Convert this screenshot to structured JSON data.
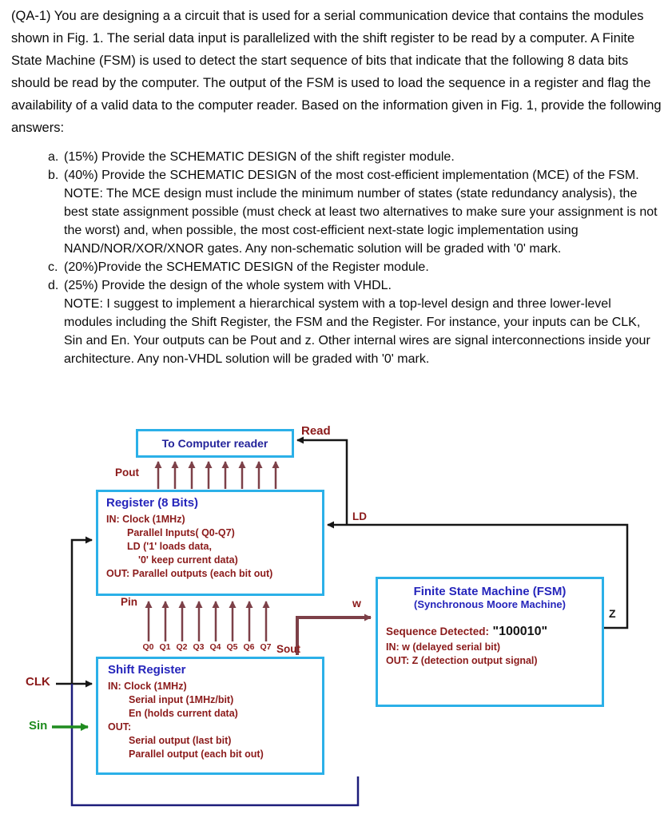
{
  "question": {
    "intro": "(QA-1) You are designing a a circuit that is used for a serial communication device that contains the modules shown in Fig. 1. The serial data input is parallelized with the shift register to be read by a computer. A Finite State Machine (FSM) is used to detect the start sequence of bits that indicate that the following 8 data bits should be read by the computer. The output of the FSM is used to load the sequence in a register and flag the availability of a valid data to the computer reader. Based on the information given in Fig. 1, provide the following answers:",
    "items": [
      {
        "marker": "a.",
        "text": "(15%) Provide the SCHEMATIC DESIGN of the shift register module."
      },
      {
        "marker": "b.",
        "text": "(40%) Provide the SCHEMATIC DESIGN  of the most cost-efficient implementation (MCE) of the FSM.",
        "note": "NOTE: The MCE design must include the minimum number of states (state redundancy analysis), the best state assignment possible (must check at least two alternatives to make sure your assignment is not the worst) and, when possible, the most cost-efficient next-state logic implementation using NAND/NOR/XOR/XNOR gates. Any non-schematic solution will be graded with '0' mark."
      },
      {
        "marker": "c.",
        "text": "(20%)Provide the SCHEMATIC DESIGN of the Register module."
      },
      {
        "marker": "d.",
        "text": "(25%) Provide the design of the whole system with VHDL.",
        "note": "NOTE: I suggest to implement a hierarchical system with a top-level design and three lower-level modules including the Shift Register, the FSM and the Register. For instance, your inputs can be CLK, Sin and En. Your outputs can be Pout and z. Other internal wires are signal interconnections inside your architecture. Any non-VHDL solution will be graded with '0' mark."
      }
    ]
  },
  "diagram": {
    "computer_reader_box": {
      "title": "To Computer reader"
    },
    "register_box": {
      "title": "Register (8 Bits)",
      "lines": [
        "IN: Clock (1MHz)",
        "Parallel Inputs( Q0-Q7)",
        "LD ('1' loads data,",
        "'0' keep current data)",
        "OUT: Parallel outputs (each bit out)"
      ]
    },
    "shift_register_box": {
      "title": "Shift Register",
      "lines": [
        "IN: Clock (1MHz)",
        "Serial input (1MHz/bit)",
        "En (holds current data)",
        "OUT:",
        "Serial output (last bit)",
        "Parallel output (each bit out)"
      ]
    },
    "fsm_box": {
      "title": "Finite State Machine (FSM)",
      "subtitle": "(Synchronous Moore Machine)",
      "sequence_label": "Sequence Detected:",
      "sequence_value": "\"100010\"",
      "lines": [
        "IN: w (delayed serial bit)",
        "OUT: Z (detection output signal)"
      ]
    },
    "labels": {
      "read": "Read",
      "pout": "Pout",
      "pin": "Pin",
      "ld": "LD",
      "w": "w",
      "z": "Z",
      "sout": "Sout",
      "clk": "CLK",
      "sin": "Sin"
    },
    "q_bits": [
      "Q0",
      "Q1",
      "Q2",
      "Q3",
      "Q4",
      "Q5",
      "Q6",
      "Q7"
    ],
    "colors": {
      "box_border": "#2bb0e8",
      "title_blue": "#2525bb",
      "reader_navy": "#23239a",
      "body_maroon": "#8b1a1a",
      "arrow_maroon": "#7d4048",
      "wire_black": "#161616",
      "wire_navy": "#1c1c7a",
      "sin_green": "#1f8c1f",
      "seq_black": "#141414"
    }
  }
}
